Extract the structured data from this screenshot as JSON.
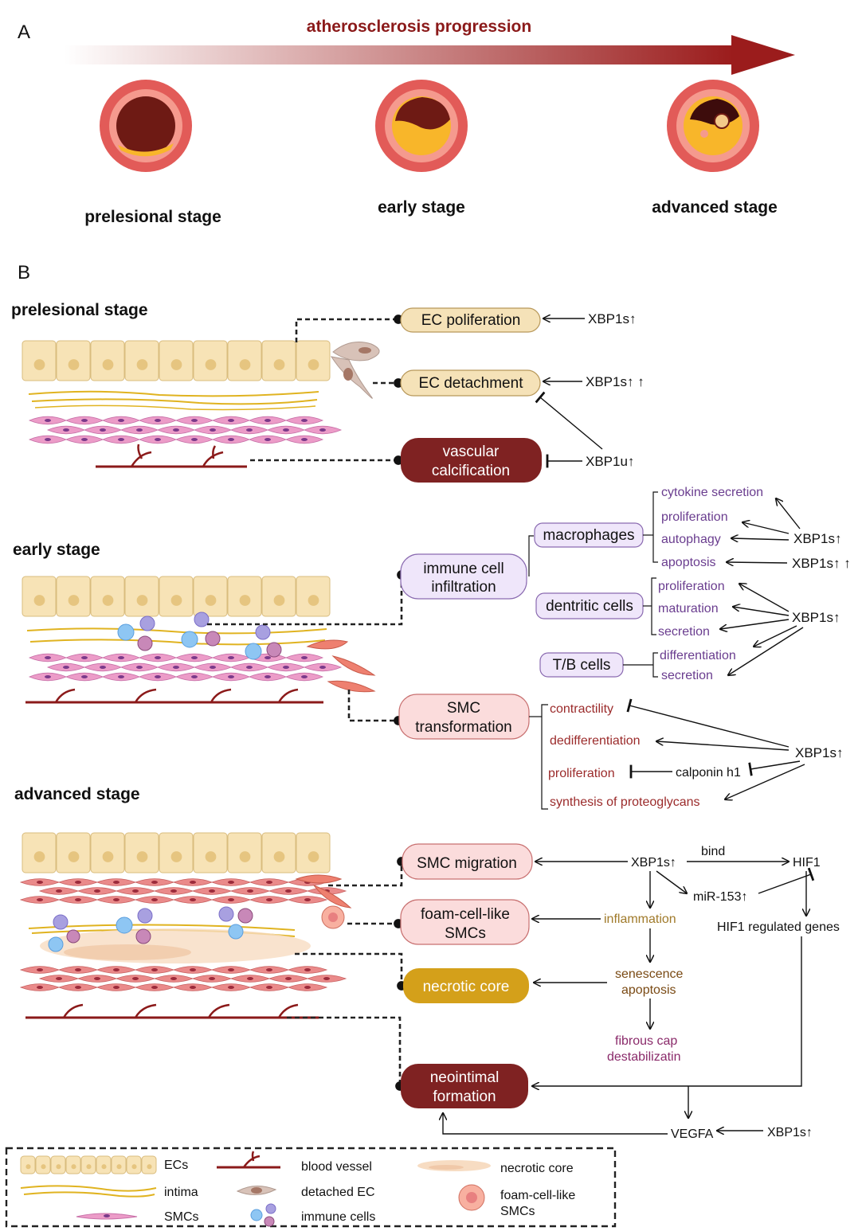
{
  "panel_a": {
    "letter": "A",
    "arrow_title": "atherosclerosis progression",
    "stages": [
      "prelesional stage",
      "early stage",
      "advanced stage"
    ]
  },
  "panel_b": {
    "letter": "B",
    "prelesional": {
      "title": "prelesional stage",
      "box_poliferation": "EC poliferation",
      "box_detachment": "EC detachment",
      "box_calcification_1": "vascular",
      "box_calcification_2": "calcification",
      "xbp_1": "XBP1s↑",
      "xbp_2": "XBP1s↑ ↑",
      "xbp_3": "XBP1u↑"
    },
    "early": {
      "title": "early stage",
      "box_immune_1": "immune cell",
      "box_immune_2": "infiltration",
      "macrophages": "macrophages",
      "dendritic": "dentritic cells",
      "tb": "T/B cells",
      "mac_items": [
        "cytokine secretion",
        "proliferation",
        "autophagy",
        "apoptosis"
      ],
      "dc_items": [
        "proliferation",
        "maturation",
        "secretion"
      ],
      "tb_items": [
        "differentiation",
        "secretion"
      ],
      "xbp_mac_1": "XBP1s↑",
      "xbp_mac_2": "XBP1s↑ ↑",
      "xbp_dc": "XBP1s↑",
      "box_smc_1": "SMC",
      "box_smc_2": "transformation",
      "smc_items": [
        "contractility",
        "dedifferentiation",
        "proliferation",
        "synthesis of proteoglycans"
      ],
      "calponin": "calponin h1",
      "xbp_smc": "XBP1s↑"
    },
    "advanced": {
      "title": "advanced stage",
      "box_migration": "SMC migration",
      "box_foam_1": "foam-cell-like",
      "box_foam_2": "SMCs",
      "box_necrotic": "necrotic core",
      "box_neo_1": "neointimal",
      "box_neo_2": "formation",
      "xbp": "XBP1s↑",
      "bind": "bind",
      "hif1": "HIF1",
      "mir": "miR-153↑",
      "inflammation": "inflammation",
      "hif_genes": "HIF1 regulated genes",
      "senescence": "senescence",
      "apoptosis": "apoptosis",
      "fibrous_1": "fibrous cap",
      "fibrous_2": "destabilizatin",
      "vegfa": "VEGFA",
      "xbp_vegfa": "XBP1s↑"
    }
  },
  "legend": {
    "ecs": "ECs",
    "intima": "intima",
    "smcs": "SMCs",
    "blood_vessel": "blood vessel",
    "detached_ec": "detached EC",
    "immune_cells": "immune cells",
    "necrotic_core": "necrotic core",
    "foam_1": "foam-cell-like",
    "foam_2": "SMCs"
  },
  "colors": {
    "dark_red": "#7f2222",
    "arrow_red": "#9b1c1c",
    "ec_fill": "#f7e3b6",
    "pink_box": "#fbdcdc",
    "lavender_box": "#efe6fa",
    "gold_box": "#d4a01a",
    "purple_text": "#6a3d8f"
  }
}
